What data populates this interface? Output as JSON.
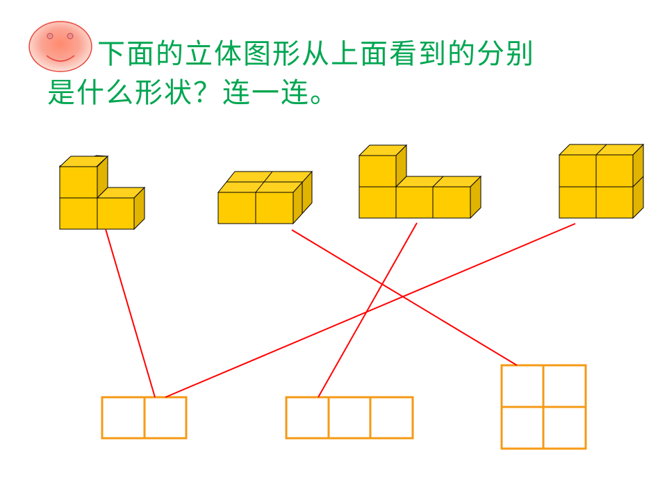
{
  "instruction": {
    "line1": "下面的立体图形从上面看到的分别",
    "line2": "是什么形状？连一连。"
  },
  "colors": {
    "title_text": "#00A651",
    "cube_face": "#FFCC00",
    "cube_top": "#FFD21F",
    "cube_side": "#E0B400",
    "cube_outline": "#000000",
    "grid_outline": "#F59A16",
    "connector": "#FF0000",
    "smiley_face": "#FAA79A",
    "smiley_outline": "#E8483F"
  },
  "solids": [
    {
      "id": "solid-l-shape",
      "description_icon": "l-shaped-cube-stack-icon"
    },
    {
      "id": "solid-2x2-flat",
      "description_icon": "flat-2x2-cube-block-icon"
    },
    {
      "id": "solid-step-3",
      "description_icon": "stepped-3-column-cube-stack-icon"
    },
    {
      "id": "solid-2x2-tall",
      "description_icon": "tall-2x2-cube-block-icon"
    }
  ],
  "top_views": [
    {
      "id": "view-1x2",
      "rows": 1,
      "cols": 2
    },
    {
      "id": "view-1x3",
      "rows": 1,
      "cols": 3
    },
    {
      "id": "view-2x2",
      "rows": 2,
      "cols": 2
    }
  ],
  "matches": [
    {
      "solid": "solid-l-shape",
      "view": "view-1x2"
    },
    {
      "solid": "solid-2x2-flat",
      "view": "view-2x2"
    },
    {
      "solid": "solid-step-3",
      "view": "view-1x3"
    },
    {
      "solid": "solid-2x2-tall",
      "view": "view-1x2"
    }
  ]
}
